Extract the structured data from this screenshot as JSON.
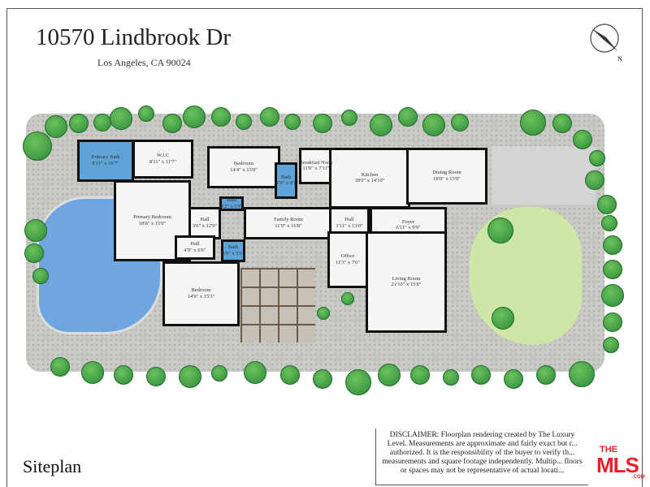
{
  "header": {
    "title": "10570 Lindbrook Dr",
    "subtitle": "Los Angeles, CA 90024",
    "compass_label": "N"
  },
  "rooms": [
    {
      "name": "Primary Bath",
      "dims": "8'11\" x 16'7\""
    },
    {
      "name": "W.I.C",
      "dims": "8'11\" x 11'7\""
    },
    {
      "name": "Bedroom",
      "dims": "14'4\" x 15'0\""
    },
    {
      "name": "Bath",
      "dims": "11'0\" x 8'1\""
    },
    {
      "name": "Breakfast Nook",
      "dims": "11'0\" x 7'11\""
    },
    {
      "name": "Kitchen",
      "dims": "18'0\" x 14'10\""
    },
    {
      "name": "Dining Room",
      "dims": "18'0\" x 13'0\""
    },
    {
      "name": "Primary Bedroom",
      "dims": "18'8\" x 15'0\""
    },
    {
      "name": "Bath",
      "dims": "8'2\" x 5'9\""
    },
    {
      "name": "Hall",
      "dims": "3'6\" x 12'9\""
    },
    {
      "name": "Family Room",
      "dims": "11'9\" x 16'8\""
    },
    {
      "name": "Hall",
      "dims": "3'11\" x 13'0\""
    },
    {
      "name": "Foyer",
      "dims": "6'11\" x 9'9\""
    },
    {
      "name": "Hall",
      "dims": "4'9\" x 6'6\""
    },
    {
      "name": "Bath",
      "dims": "8'9\" x 5'6\""
    },
    {
      "name": "Office",
      "dims": "11'3\" x 7'6\""
    },
    {
      "name": "Living Room",
      "dims": "21'10\" x 15'8\""
    },
    {
      "name": "Bedroom",
      "dims": "14'9\" x 15'3\""
    }
  ],
  "footer": {
    "label": "Siteplan",
    "disclaimer": "DISCLAIMER: Floorplan rendering created by The Luxury Level. Measurements are approximate and fairly exact but r... authorized. It is the responsibility of the buyer to verify th... measurements and square footage independently. Multip... floors or spaces may not be representative of actual locati...",
    "logo": {
      "the": "THE",
      "mls": "MLS",
      "com": ".COM"
    }
  },
  "colors": {
    "pool": "#6fa6e0",
    "lawn": "#cfe7a6",
    "tree": "#2d8a3a",
    "bath": "#5fa4d8",
    "logo": "#e2232a"
  }
}
